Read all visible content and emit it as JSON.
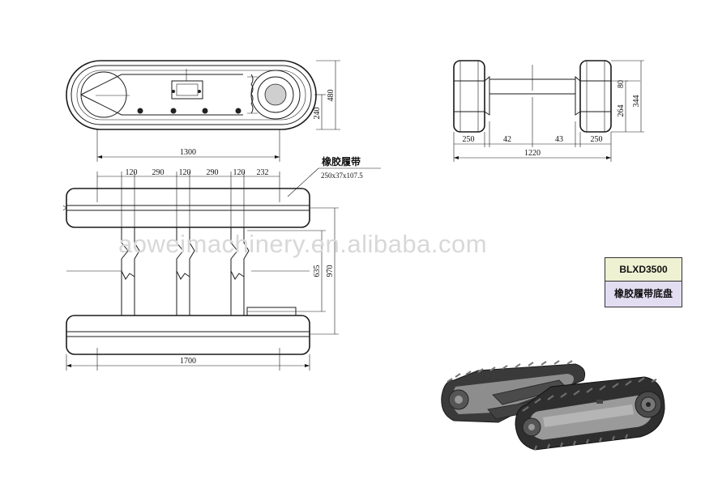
{
  "dimensions": {
    "side_length": "1300",
    "side_height_outer": "480",
    "side_height_inner": "240",
    "front_w_left": "250",
    "front_w_mid_left": "42",
    "front_w_mid_right": "43",
    "front_w_right": "250",
    "front_total": "1220",
    "front_h_small": "80",
    "front_h_mid": "264",
    "front_h_large": "344",
    "top_segments": [
      "120",
      "290",
      "120",
      "290",
      "120",
      "232"
    ],
    "top_inner_width": "635",
    "top_outer_width": "970",
    "top_total_length": "1700"
  },
  "callout": {
    "title": "橡胶履带",
    "spec": "250x37x107.5"
  },
  "watermark": "aoweimachinery.en.alibaba.com",
  "model": {
    "code": "BLXD3500",
    "name": "橡胶履带底盘"
  }
}
